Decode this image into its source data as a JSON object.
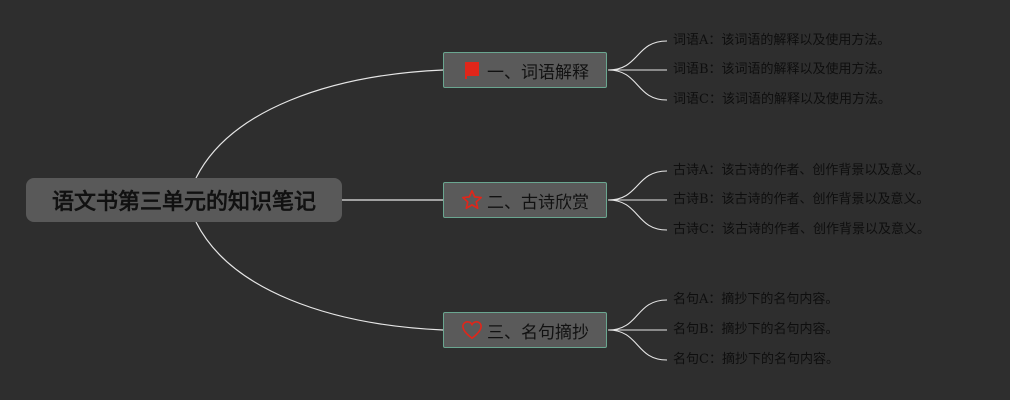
{
  "root": {
    "label": "语文书第三单元的知识笔记"
  },
  "topics": [
    {
      "label": "一、词语解释",
      "icon": "red-flag-icon",
      "children": [
        "词语A：该词语的解释以及使用方法。",
        "词语B：该词语的解释以及使用方法。",
        "词语C：该词语的解释以及使用方法。"
      ]
    },
    {
      "label": "二、古诗欣赏",
      "icon": "star-outline-icon",
      "children": [
        "古诗A：该古诗的作者、创作背景以及意义。",
        "古诗B：该古诗的作者、创作背景以及意义。",
        "古诗C：该古诗的作者、创作背景以及意义。"
      ]
    },
    {
      "label": "三、名句摘抄",
      "icon": "heart-outline-icon",
      "children": [
        "名句A：摘抄下的名句内容。",
        "名句B：摘抄下的名句内容。",
        "名句C：摘抄下的名句内容。"
      ]
    }
  ],
  "colors": {
    "background": "#2e2e2e",
    "line": "#e6e6e6",
    "icon_red": "#e0261a",
    "topic_border": "#6aa690"
  }
}
